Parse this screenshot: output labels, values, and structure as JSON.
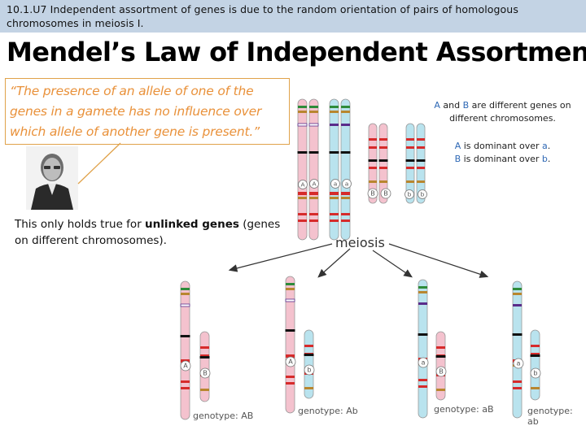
{
  "header": {
    "banner": "10.1.U7 Independent assortment of genes is due to the random orientation of pairs of homologous chromosomes in meiosis I."
  },
  "title": "Mendel’s Law of Independent Assortment",
  "quote": "“The presence of an allele of one of the genes in a gamete has no influence over which allele of another gene is present.”",
  "note": {
    "prefix": "This only holds true for ",
    "emphasis": "unlinked genes",
    "suffix": " (genes on different chromosomes)."
  },
  "key": {
    "line1": {
      "a": "A",
      "and": " and ",
      "b": "B",
      "rest": " are different genes on different chromosomes."
    },
    "line2": {
      "a": "A",
      "mid": " is dominant over ",
      "a_low": "a",
      "end": "."
    },
    "line3": {
      "b": "B",
      "mid": " is dominant over ",
      "b_low": "b",
      "end": "."
    }
  },
  "labels": {
    "meiosis": "meiosis",
    "allele_A": "A",
    "allele_a": "a",
    "allele_B": "B",
    "allele_b": "b"
  },
  "genotypes": [
    "genotype: AB",
    "genotype: Ab",
    "genotype: aB",
    "genotype: ab"
  ],
  "colors": {
    "banner": "#c3d3e4",
    "quote": "#e9913a",
    "pink_chromosome": "#f4c2ce",
    "blue_chromosome": "#b9e3ee",
    "arrow": "#333333"
  }
}
